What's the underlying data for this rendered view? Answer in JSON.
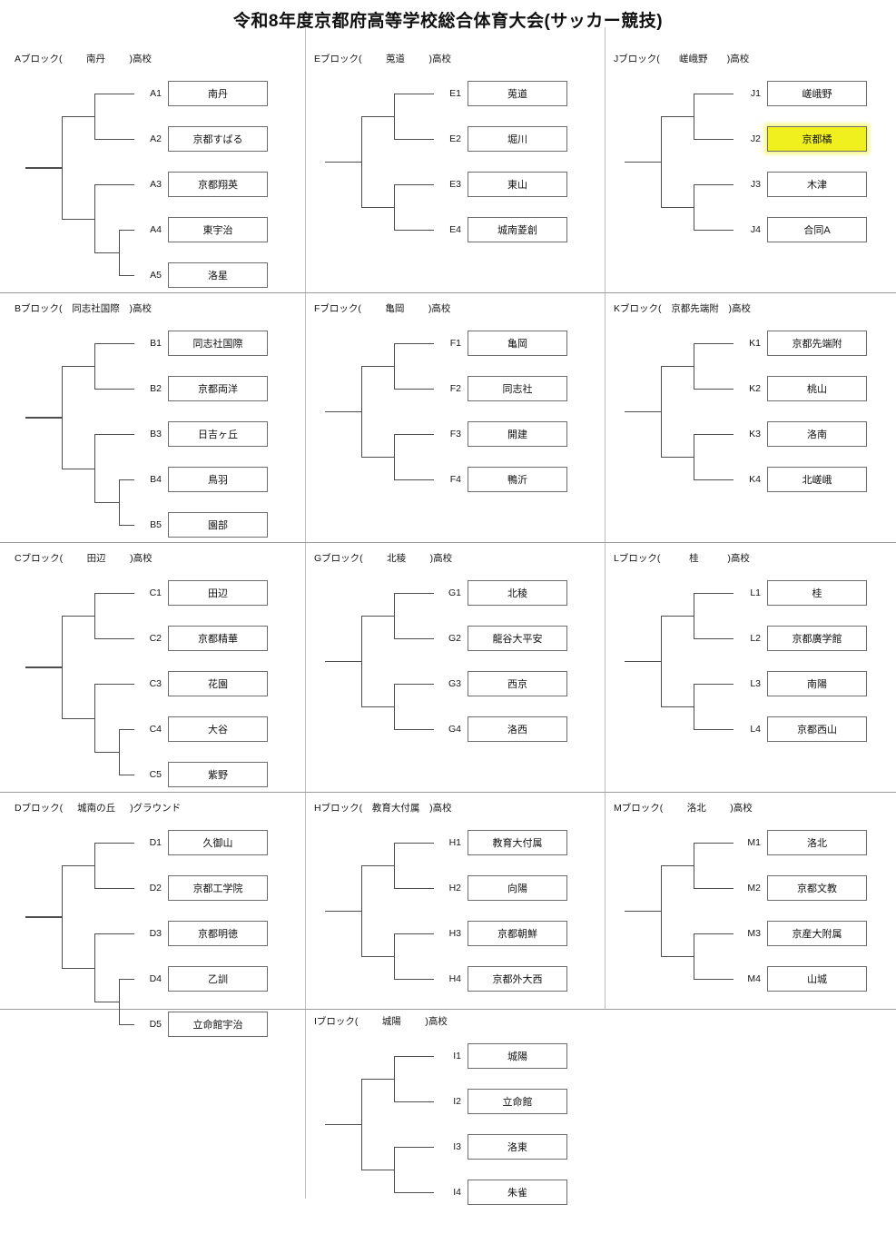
{
  "document": {
    "title": "令和8年度京都府高等学校総合体育大会(サッカー競技)"
  },
  "labels": {
    "block_suffix": "ブロック(",
    "paren_close": ")",
    "venue_type_school": "高校",
    "venue_type_ground": "グラウンド"
  },
  "colors": {
    "highlight": "#f0f01e",
    "box_border": "#6d6d6d",
    "line": "#4d4d4d",
    "rule": "#bfbfbf",
    "text": "#111111"
  },
  "blocks": [
    {
      "id": "A",
      "header": "Aブロック(",
      "venue": "南丹",
      "venue_suffix": ")高校",
      "size": 5,
      "slots": [
        {
          "code": "A1",
          "team": "南丹",
          "highlight": false
        },
        {
          "code": "A2",
          "team": "京都すばる",
          "highlight": false
        },
        {
          "code": "A3",
          "team": "京都翔英",
          "highlight": false
        },
        {
          "code": "A4",
          "team": "東宇治",
          "highlight": false
        },
        {
          "code": "A5",
          "team": "洛星",
          "highlight": false
        }
      ]
    },
    {
      "id": "B",
      "header": "Bブロック(",
      "venue": "同志社国際",
      "venue_suffix": ")高校",
      "size": 5,
      "slots": [
        {
          "code": "B1",
          "team": "同志社国際",
          "highlight": false
        },
        {
          "code": "B2",
          "team": "京都両洋",
          "highlight": false
        },
        {
          "code": "B3",
          "team": "日吉ヶ丘",
          "highlight": false
        },
        {
          "code": "B4",
          "team": "鳥羽",
          "highlight": false
        },
        {
          "code": "B5",
          "team": "園部",
          "highlight": false
        }
      ]
    },
    {
      "id": "C",
      "header": "Cブロック(",
      "venue": "田辺",
      "venue_suffix": ")高校",
      "size": 5,
      "slots": [
        {
          "code": "C1",
          "team": "田辺",
          "highlight": false
        },
        {
          "code": "C2",
          "team": "京都精華",
          "highlight": false
        },
        {
          "code": "C3",
          "team": "花園",
          "highlight": false
        },
        {
          "code": "C4",
          "team": "大谷",
          "highlight": false
        },
        {
          "code": "C5",
          "team": "紫野",
          "highlight": false
        }
      ]
    },
    {
      "id": "D",
      "header": "Dブロック(",
      "venue": "城南の丘",
      "venue_suffix": ")グラウンド",
      "size": 5,
      "slots": [
        {
          "code": "D1",
          "team": "久御山",
          "highlight": false
        },
        {
          "code": "D2",
          "team": "京都工学院",
          "highlight": false
        },
        {
          "code": "D3",
          "team": "京都明徳",
          "highlight": false
        },
        {
          "code": "D4",
          "team": "乙訓",
          "highlight": false
        },
        {
          "code": "D5",
          "team": "立命館宇治",
          "highlight": false
        }
      ]
    },
    {
      "id": "E",
      "header": "Eブロック(",
      "venue": "莵道",
      "venue_suffix": ")高校",
      "size": 4,
      "slots": [
        {
          "code": "E1",
          "team": "莵道",
          "highlight": false
        },
        {
          "code": "E2",
          "team": "堀川",
          "highlight": false
        },
        {
          "code": "E3",
          "team": "東山",
          "highlight": false
        },
        {
          "code": "E4",
          "team": "城南菱創",
          "highlight": false
        }
      ]
    },
    {
      "id": "F",
      "header": "Fブロック(",
      "venue": "亀岡",
      "venue_suffix": ")高校",
      "size": 4,
      "slots": [
        {
          "code": "F1",
          "team": "亀岡",
          "highlight": false
        },
        {
          "code": "F2",
          "team": "同志社",
          "highlight": false
        },
        {
          "code": "F3",
          "team": "開建",
          "highlight": false
        },
        {
          "code": "F4",
          "team": "鴨沂",
          "highlight": false
        }
      ]
    },
    {
      "id": "G",
      "header": "Gブロック(",
      "venue": "北稜",
      "venue_suffix": ")高校",
      "size": 4,
      "slots": [
        {
          "code": "G1",
          "team": "北稜",
          "highlight": false
        },
        {
          "code": "G2",
          "team": "龍谷大平安",
          "highlight": false
        },
        {
          "code": "G3",
          "team": "西京",
          "highlight": false
        },
        {
          "code": "G4",
          "team": "洛西",
          "highlight": false
        }
      ]
    },
    {
      "id": "H",
      "header": "Hブロック(",
      "venue": "教育大付属",
      "venue_suffix": ")高校",
      "size": 4,
      "slots": [
        {
          "code": "H1",
          "team": "教育大付属",
          "highlight": false
        },
        {
          "code": "H2",
          "team": "向陽",
          "highlight": false
        },
        {
          "code": "H3",
          "team": "京都朝鮮",
          "highlight": false
        },
        {
          "code": "H4",
          "team": "京都外大西",
          "highlight": false
        }
      ]
    },
    {
      "id": "I",
      "header": "Iブロック(",
      "venue": "城陽",
      "venue_suffix": ")高校",
      "size": 4,
      "slots": [
        {
          "code": "I1",
          "team": "城陽",
          "highlight": false
        },
        {
          "code": "I2",
          "team": "立命館",
          "highlight": false
        },
        {
          "code": "I3",
          "team": "洛東",
          "highlight": false
        },
        {
          "code": "I4",
          "team": "朱雀",
          "highlight": false
        }
      ]
    },
    {
      "id": "J",
      "header": "Jブロック(",
      "venue": "嵯峨野",
      "venue_suffix": ")高校",
      "size": 4,
      "slots": [
        {
          "code": "J1",
          "team": "嵯峨野",
          "highlight": false
        },
        {
          "code": "J2",
          "team": "京都橘",
          "highlight": true
        },
        {
          "code": "J3",
          "team": "木津",
          "highlight": false
        },
        {
          "code": "J4",
          "team": "合同A",
          "highlight": false
        }
      ]
    },
    {
      "id": "K",
      "header": "Kブロック(",
      "venue": "京都先端附",
      "venue_suffix": ")高校",
      "size": 4,
      "slots": [
        {
          "code": "K1",
          "team": "京都先端附",
          "highlight": false
        },
        {
          "code": "K2",
          "team": "桃山",
          "highlight": false
        },
        {
          "code": "K3",
          "team": "洛南",
          "highlight": false
        },
        {
          "code": "K4",
          "team": "北嵯峨",
          "highlight": false
        }
      ]
    },
    {
      "id": "L",
      "header": "Lブロック(",
      "venue": "桂",
      "venue_suffix": ")高校",
      "size": 4,
      "slots": [
        {
          "code": "L1",
          "team": "桂",
          "highlight": false
        },
        {
          "code": "L2",
          "team": "京都廣学館",
          "highlight": false
        },
        {
          "code": "L3",
          "team": "南陽",
          "highlight": false
        },
        {
          "code": "L4",
          "team": "京都西山",
          "highlight": false
        }
      ]
    },
    {
      "id": "M",
      "header": "Mブロック(",
      "venue": "洛北",
      "venue_suffix": ")高校",
      "size": 4,
      "slots": [
        {
          "code": "M1",
          "team": "洛北",
          "highlight": false
        },
        {
          "code": "M2",
          "team": "京都文教",
          "highlight": false
        },
        {
          "code": "M3",
          "team": "京産大附属",
          "highlight": false
        },
        {
          "code": "M4",
          "team": "山城",
          "highlight": false
        }
      ]
    }
  ],
  "layout": {
    "columns_x": [
      0,
      330,
      660
    ],
    "rows_y": [
      57,
      332,
      607,
      882,
      1117
    ],
    "placements": {
      "A": [
        0,
        0
      ],
      "B": [
        0,
        1
      ],
      "C": [
        0,
        2
      ],
      "D": [
        0,
        3
      ],
      "E": [
        1,
        0
      ],
      "F": [
        1,
        1
      ],
      "G": [
        1,
        2
      ],
      "H": [
        1,
        3
      ],
      "I": [
        1,
        4
      ],
      "J": [
        2,
        0
      ],
      "K": [
        2,
        1
      ],
      "L": [
        2,
        2
      ],
      "M": [
        2,
        3
      ]
    }
  }
}
